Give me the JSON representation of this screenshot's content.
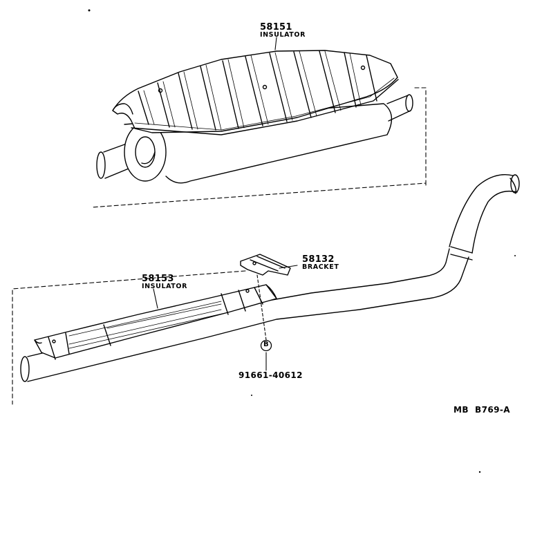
{
  "parts": [
    {
      "number": "58151",
      "name": "INSULATOR"
    },
    {
      "number": "58132",
      "name": "BRACKET"
    },
    {
      "number": "58153",
      "name": "INSULATOR"
    }
  ],
  "bolt": {
    "symbol": "B",
    "number": "91661-40612"
  },
  "diagram_code": "MB  B769-A"
}
